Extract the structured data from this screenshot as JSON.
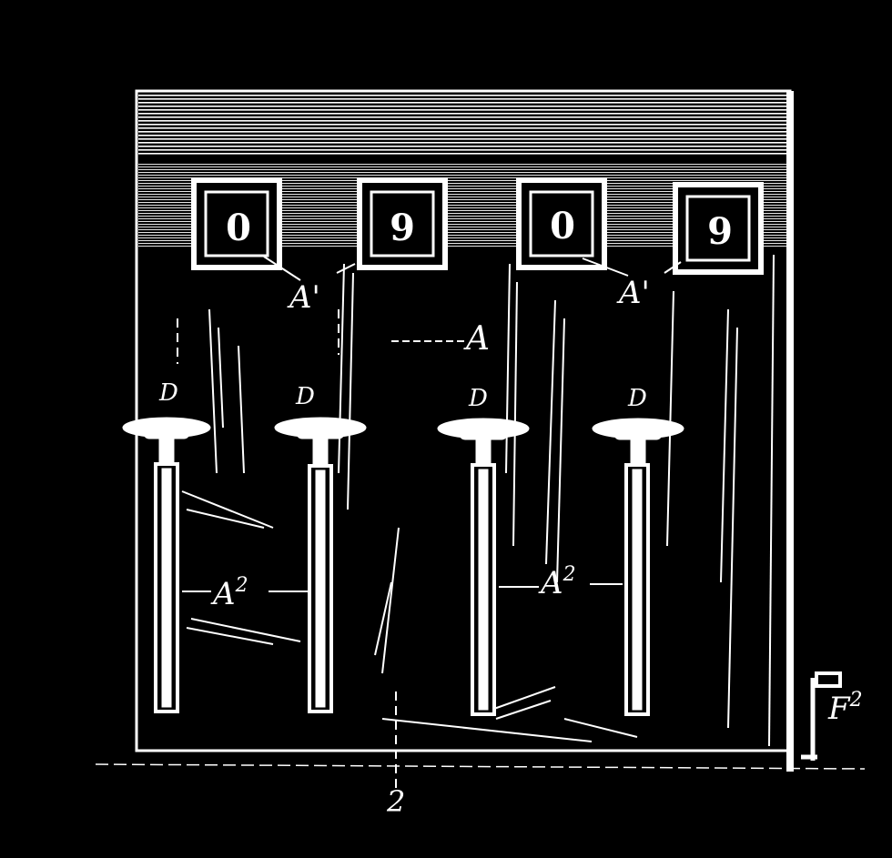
{
  "counter_windows": [
    {
      "digit": "0"
    },
    {
      "digit": "9"
    },
    {
      "digit": "0"
    },
    {
      "digit": "9"
    }
  ],
  "labels": {
    "a_prime_left": "A'",
    "a_prime_right": "A'",
    "a_center": "A",
    "keys": [
      "D",
      "D",
      "D",
      "D"
    ],
    "a2_left": "A",
    "a2_left_sup": "2",
    "a2_right": "A",
    "a2_right_sup": "2",
    "f2": "F",
    "f2_sup": "2",
    "section": "2"
  },
  "colors": {
    "background": "#000000",
    "ink": "#ffffff"
  }
}
